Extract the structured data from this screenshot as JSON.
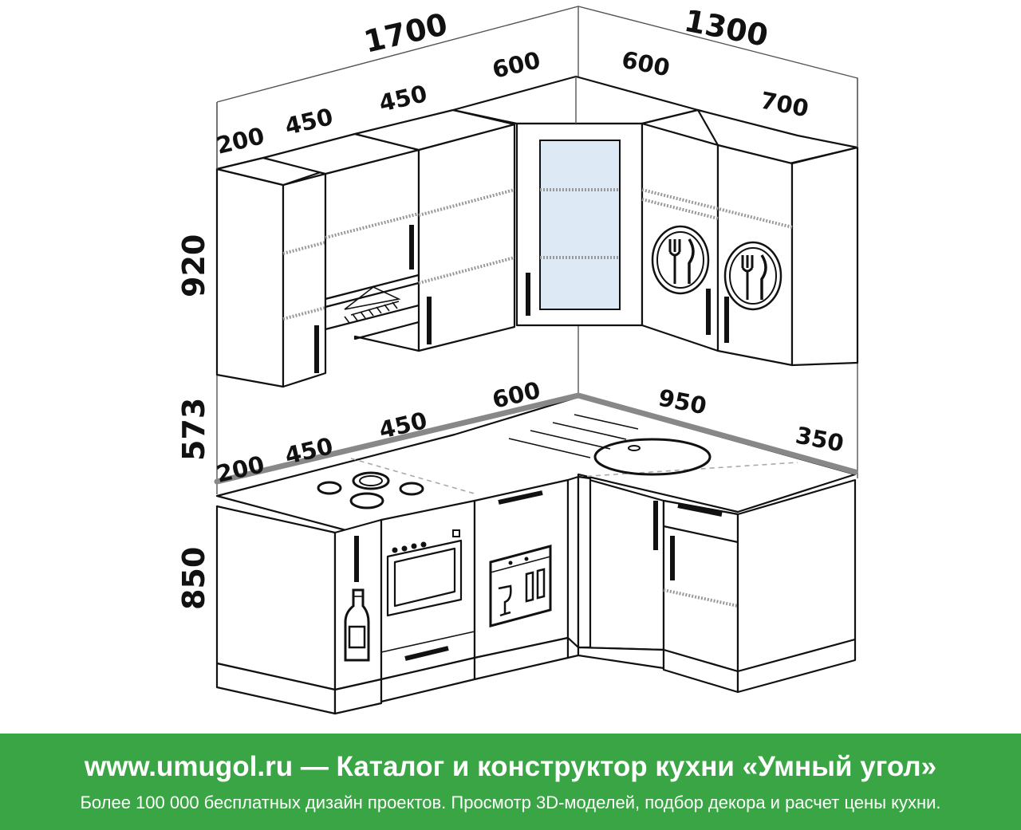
{
  "dimensions": {
    "total_left": "1700",
    "total_right": "1300",
    "upper_left_200": "200",
    "upper_left_450a": "450",
    "upper_left_450b": "450",
    "upper_corner_600a": "600",
    "upper_corner_600b": "600",
    "upper_right_700": "700",
    "height_upper": "920",
    "height_gap": "573",
    "height_lower": "850",
    "lower_left_200": "200",
    "lower_left_450a": "450",
    "lower_left_450b": "450",
    "lower_corner_600": "600",
    "lower_right_950": "950",
    "lower_right_350": "350"
  },
  "footer": {
    "title": "www.umugol.ru — Каталог и конструктор кухни «Умный угол»",
    "subtitle": "Более 100 000 бесплатных дизайн проектов. Просмотр 3D-моделей, подбор декора и расчет цены кухни."
  },
  "colors": {
    "footer_bg": "#3aa544",
    "footer_text": "#ffffff",
    "glass": "#dde9f5"
  }
}
